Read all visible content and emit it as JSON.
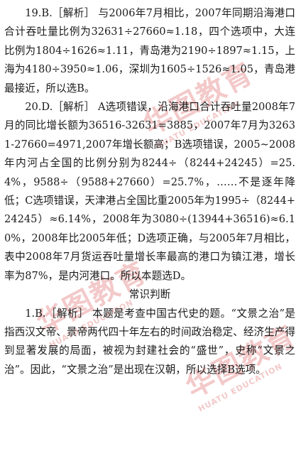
{
  "watermarks": {
    "cn": "华图教育",
    "en": "HUATU EDUCATION"
  },
  "paragraphs": [
    "19.B.［解析］ 与2006年7月相比，2007年同期沿海港口合计吞吐量比例为32631÷27660≈1.18，四个选项中，大连比例为1804÷1626≈1.11，青岛港为2190÷1897≈1.15，上海为4180÷3950≈1.06，深圳为1605÷1526≈1.05，青岛港最接近，所以选B。",
    "20.D.［解析］ A选项错误，沿海港口合计吞吐量2008年7月的同比增长额为36516-32631=3885，2007年7月为32631-27660=4971,2007年增长额高；B选项错误，2005~2008年内河占全国的比例分别为8244÷（8244+24245）=25.4%，9588÷（9588+27660）=25.7%，……不是逐年降低；C选项错误，天津港占全国比重2005年为1995÷（8244+24245）≈6.14%，2008年为3080÷(13944+36516)≈6.10%，2008年比2005年低；D选项正确，与2005年7月相比，表中2008年7月货运吞吐量增长率最高的港口为镇江港，增长率为87%，是内河港口。所以本题选D。"
  ],
  "section_heading": "常识判断",
  "paragraphs_after": [
    "1.B.［解析］ 本题是考查中国古代史的题。“文景之治”是指西汉文帝、景帝两代四十年左右的时间政治稳定、经济生产得到显著发展的局面，被视为封建社会的“盛世”，史称“文景之治”。因此，“文景之治”是出现在汉朝，所以选择B选项。"
  ]
}
